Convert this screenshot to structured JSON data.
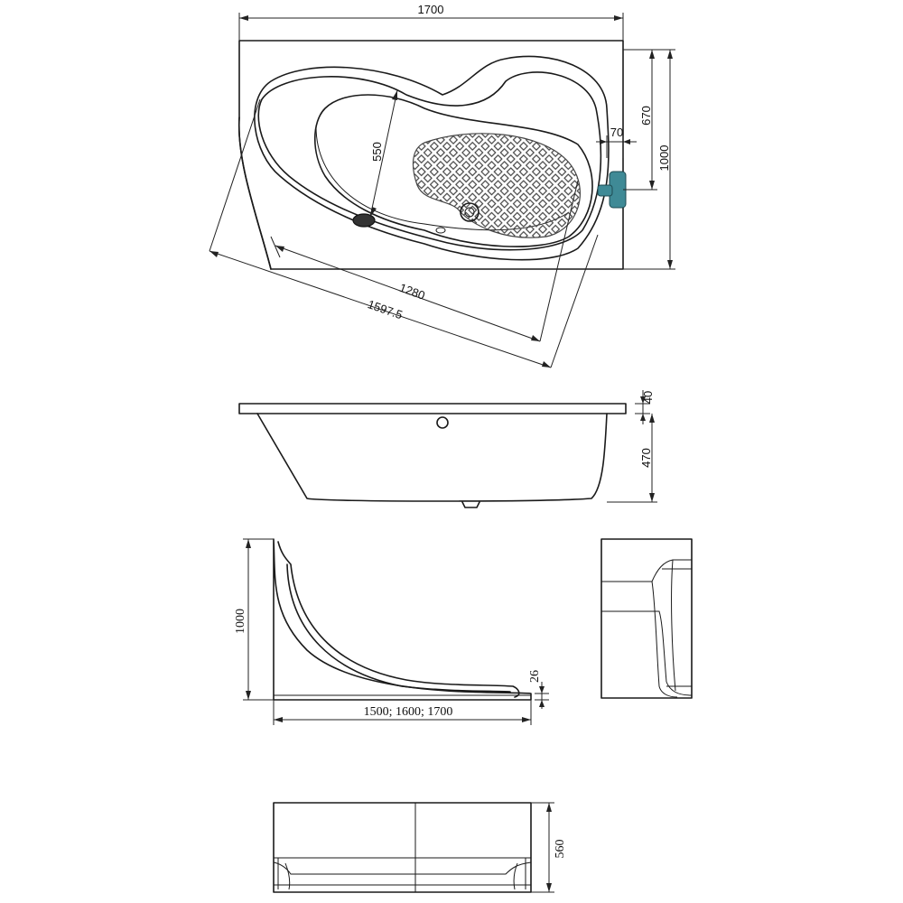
{
  "colors": {
    "line": "#1a1a1a",
    "faucet": "#3f8a96",
    "mat": "#555555"
  },
  "icons": {
    "faucet": "faucet-icon",
    "drain": "drain-icon",
    "overflow": "overflow-icon"
  },
  "dimensions": {
    "top_width": "1700",
    "right_depth": "1000",
    "faucet_offset": "670",
    "rim_offset": "70",
    "inner_width": "550",
    "inner_length": "1280",
    "diagonal_length": "1597.5",
    "rim_height": "40",
    "depth": "470",
    "panel_height": "1000",
    "panel_lengths": "1500; 1600; 1700",
    "panel_lip": "26",
    "front_height": "560"
  }
}
